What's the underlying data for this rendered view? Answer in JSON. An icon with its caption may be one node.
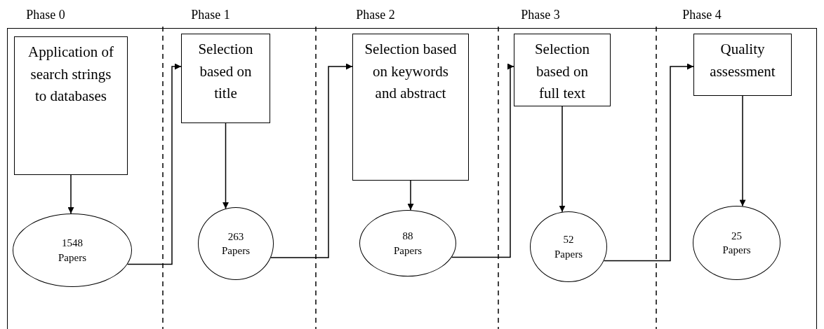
{
  "diagram": {
    "nodes": [
      {
        "text": [
          "Application of search strings to databases"
        ]
      },
      {
        "text": [
          "1548 Papers"
        ]
      },
      {
        "text": [
          "Selection based on title"
        ]
      },
      {
        "text": [
          "263 Papers"
        ]
      },
      {
        "text": [
          "Selection based on keywords and abstract"
        ]
      },
      {
        "text": [
          "88 Papers"
        ]
      },
      {
        "text": [
          "Selection based on full text"
        ]
      },
      {
        "text": [
          "52 Papers"
        ]
      },
      {
        "text": [
          "Quality assessment"
        ]
      },
      {
        "text": [
          "25 Papers"
        ]
      }
    ],
    "edges": [
      {
        "from": 0,
        "to": 1,
        "arrow": "to"
      },
      {
        "from": 1,
        "to": 2,
        "arrow": "to"
      },
      {
        "from": 2,
        "to": 3,
        "arrow": "to"
      },
      {
        "from": 3,
        "to": 4,
        "arrow": "to"
      },
      {
        "from": 4,
        "to": 5,
        "arrow": "to"
      },
      {
        "from": 5,
        "to": 6,
        "arrow": "to"
      },
      {
        "from": 6,
        "to": 7,
        "arrow": "to"
      },
      {
        "from": 7,
        "to": 8,
        "arrow": "to"
      },
      {
        "from": 8,
        "to": 9,
        "arrow": "to"
      }
    ],
    "labels": [
      "Phase 0",
      "Phase 1",
      "Phase 2",
      "Phase 3",
      "Phase 4"
    ]
  }
}
